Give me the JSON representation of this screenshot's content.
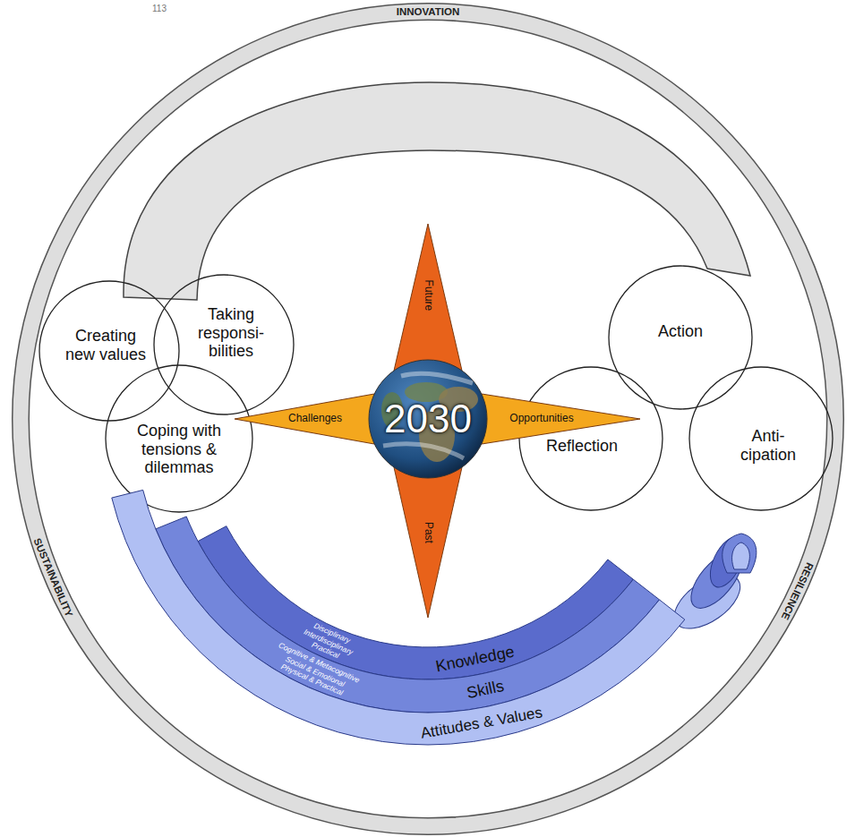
{
  "diagram": {
    "nodes": [
      {
        "text": [
          "Creating new values"
        ]
      },
      {
        "text": [
          "Taking responsi- bilities"
        ]
      },
      {
        "text": [
          "Coping with tensions & dilemmas"
        ]
      },
      {
        "text": [
          "Future"
        ]
      },
      {
        "text": [
          "Challenges"
        ]
      },
      {
        "text": [
          "2030"
        ]
      },
      {
        "text": [
          "Opportunities"
        ]
      },
      {
        "text": [
          "Past"
        ]
      },
      {
        "text": [
          "Action"
        ]
      },
      {
        "text": [
          "Reflection"
        ]
      },
      {
        "text": [
          "Anti- cipation"
        ]
      },
      {
        "text": [
          "Disciplinary",
          "Interdisciplinary",
          "Practical",
          "Knowledge"
        ]
      },
      {
        "text": [
          "Cognitive & Metacognitive",
          "Social & Emotional",
          "Physical & Practical",
          "Skills"
        ]
      },
      {
        "text": [
          "Attitudes & Values"
        ]
      }
    ],
    "labels": [
      "113",
      "INNOVATION",
      "SUSTAINABILITY",
      "RESILIENCE"
    ]
  }
}
